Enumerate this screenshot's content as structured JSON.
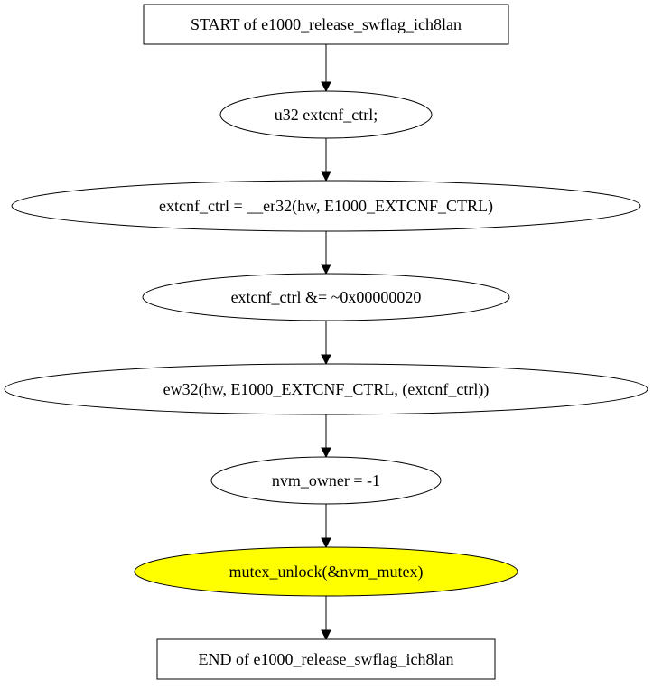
{
  "diagram": {
    "nodes": [
      {
        "id": "start",
        "shape": "box",
        "label": "START of e1000_release_swflag_ich8lan",
        "fill": "#ffffff"
      },
      {
        "id": "decl",
        "shape": "ellipse",
        "label": "u32 extcnf_ctrl;",
        "fill": "#ffffff"
      },
      {
        "id": "read",
        "shape": "ellipse",
        "label": "extcnf_ctrl = __er32(hw, E1000_EXTCNF_CTRL)",
        "fill": "#ffffff"
      },
      {
        "id": "mask",
        "shape": "ellipse",
        "label": "extcnf_ctrl &= ~0x00000020",
        "fill": "#ffffff"
      },
      {
        "id": "write",
        "shape": "ellipse",
        "label": "ew32(hw, E1000_EXTCNF_CTRL, (extcnf_ctrl))",
        "fill": "#ffffff"
      },
      {
        "id": "owner",
        "shape": "ellipse",
        "label": "nvm_owner = -1",
        "fill": "#ffffff"
      },
      {
        "id": "unlock",
        "shape": "ellipse",
        "label": "mutex_unlock(&nvm_mutex)",
        "fill": "#ffff00"
      },
      {
        "id": "end",
        "shape": "box",
        "label": "END of e1000_release_swflag_ich8lan",
        "fill": "#ffffff"
      }
    ],
    "edges": [
      {
        "from": "start",
        "to": "decl"
      },
      {
        "from": "decl",
        "to": "read"
      },
      {
        "from": "read",
        "to": "mask"
      },
      {
        "from": "mask",
        "to": "write"
      },
      {
        "from": "write",
        "to": "owner"
      },
      {
        "from": "owner",
        "to": "unlock"
      },
      {
        "from": "unlock",
        "to": "end"
      }
    ]
  }
}
